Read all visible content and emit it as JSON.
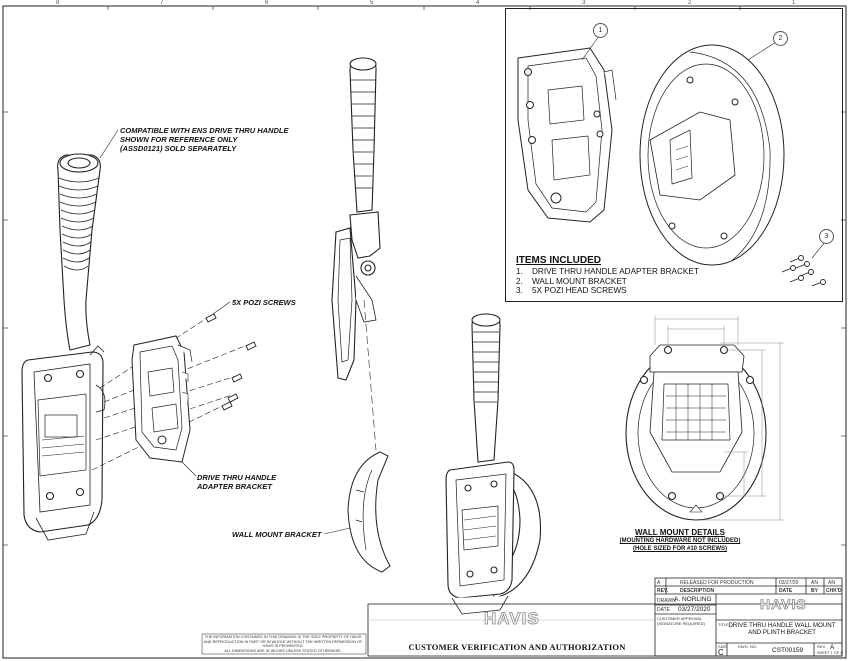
{
  "callouts": {
    "compatible": "COMPATIBLE WITH ENS DRIVE THRU HANDLE\nSHOWN FOR REFERENCE ONLY\n(ASSD0121) SOLD SEPARATELY",
    "screws": "5X POZI SCREWS",
    "adapter": "DRIVE THRU HANDLE\nADAPTER BRACKET",
    "wall_mount": "WALL MOUNT BRACKET"
  },
  "items_included": {
    "title": "ITEMS INCLUDED",
    "items": [
      {
        "n": "1.",
        "label": "DRIVE THRU HANDLE ADAPTER BRACKET"
      },
      {
        "n": "2.",
        "label": "WALL MOUNT BRACKET"
      },
      {
        "n": "3.",
        "label": "5X POZI HEAD SCREWS"
      }
    ],
    "balloons": [
      "1",
      "2",
      "3"
    ]
  },
  "details": {
    "title": "WALL MOUNT DETAILS",
    "note1": "(MOUNTING HARDWARE NOT INCLUDED)",
    "note2": "(HOLE SIZED FOR #10 SCREWS)"
  },
  "border": {
    "top_numbers": [
      "8",
      "7",
      "6",
      "5",
      "4",
      "3",
      "2",
      "1"
    ]
  },
  "title_block": {
    "rev_header": {
      "rev": "REV.",
      "description": "DESCRIPTION",
      "date": "DATE",
      "by": "BY",
      "chkd": "CHK'D"
    },
    "rev_row": {
      "rev": "A",
      "description": "RELEASED FOR PRODUCTION",
      "date": "03/27/20",
      "by": "AN",
      "chkd": "AN"
    },
    "drawn_label": "DRAWN",
    "drawn_by": "A. NORLING",
    "date_label": "DATE",
    "date": "03/27/2020",
    "approval_label": "CUSTOMER APPROVAL\n(SIGNATURE REQUIRED)",
    "title_label": "TITLE",
    "title": "DRIVE THRU HANDLE WALL MOUNT\nAND PLINTH BRACKET",
    "size_label": "SIZE",
    "size": "C",
    "dwg_label": "DWG. NO.",
    "dwg_no": "CST00159",
    "rev_label": "REV.",
    "rev": "A",
    "sheet": "SHEET 1 OF 1"
  },
  "brand": "HAVIS",
  "disclaimer": "THE INFORMATION CONTAINED IN THIS DRAWING IS THE SOLE PROPERTY OF HAVIS AND REPRODUCTION IN PART OR IN WHOLE WITHOUT THE WRITTEN PERMISSION OF HAVIS IS PROHIBITED.\nALL DIMENSIONS ARE IN INCHES UNLESS STATED OTHERWISE.",
  "customer_verification": "CUSTOMER VERIFICATION AND AUTHORIZATION"
}
